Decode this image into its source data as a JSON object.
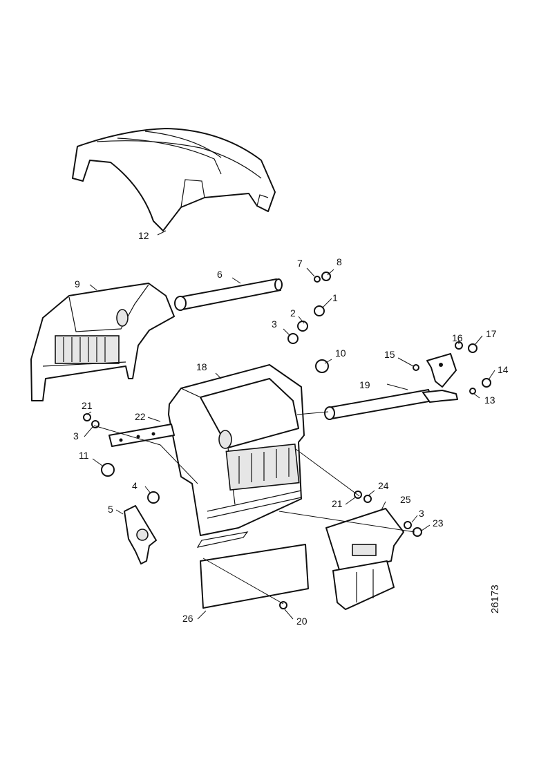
{
  "drawing": {
    "reference_number": "26173",
    "callouts": [
      "1",
      "2",
      "3",
      "4",
      "5",
      "6",
      "7",
      "8",
      "9",
      "10",
      "11",
      "12",
      "13",
      "14",
      "15",
      "16",
      "17",
      "18",
      "19",
      "20",
      "21",
      "22",
      "23",
      "24",
      "25",
      "26"
    ]
  },
  "colors": {
    "ink": "#111111",
    "paper": "#ffffff",
    "shade": "#e6e6e6"
  }
}
